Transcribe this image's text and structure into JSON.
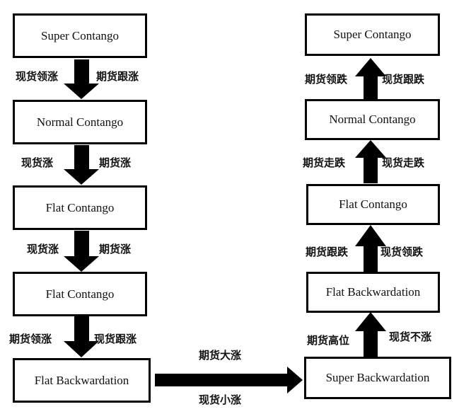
{
  "left_column": {
    "boxes": [
      "Super Contango",
      "Normal Contango",
      "Flat Contango",
      "Flat Contango",
      "Flat Backwardation"
    ],
    "arrow_labels": [
      {
        "left": "现货领涨",
        "right": "期货跟涨"
      },
      {
        "left": "现货涨",
        "right": "期货涨"
      },
      {
        "left": "现货涨",
        "right": "期货涨"
      },
      {
        "left": "期货领涨",
        "right": "现货跟涨"
      }
    ]
  },
  "right_column": {
    "boxes": [
      "Super Contango",
      "Normal Contango",
      "Flat Contango",
      "Flat Backwardation",
      "Super Backwardation"
    ],
    "arrow_labels": [
      {
        "left": "期货领跌",
        "right": "现货跟跌"
      },
      {
        "left": "期货走跌",
        "right": "现货走跌"
      },
      {
        "left": "期货跟跌",
        "right": "现货领跌"
      },
      {
        "left": "期货高位",
        "right": "现货不涨"
      }
    ]
  },
  "connector": {
    "top_label": "期货大涨",
    "bottom_label": "现货小涨"
  }
}
